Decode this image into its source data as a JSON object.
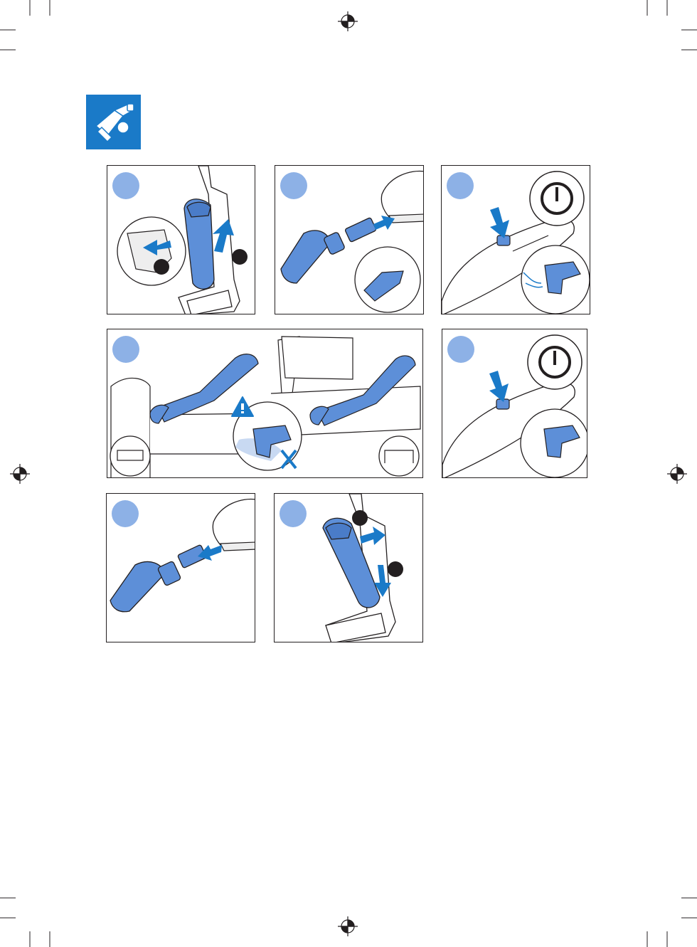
{
  "page": {
    "section_icon": "handheld-vacuum-with-nozzle-icon",
    "accent_color": "#1a7ac8",
    "product_color": "#5d8fd8",
    "step_marker_color": "#8db1e6"
  },
  "steps": [
    {
      "id": 1,
      "icon": "release-handheld-unit-icon"
    },
    {
      "id": 2,
      "icon": "attach-crevice-nozzle-icon"
    },
    {
      "id": 3,
      "icon": "power-on-icon"
    },
    {
      "id": 4,
      "icon": "clean-furniture-icon"
    },
    {
      "id": 5,
      "icon": "power-off-icon"
    },
    {
      "id": 6,
      "icon": "detach-crevice-nozzle-icon"
    },
    {
      "id": 7,
      "icon": "reattach-handheld-unit-icon"
    }
  ]
}
